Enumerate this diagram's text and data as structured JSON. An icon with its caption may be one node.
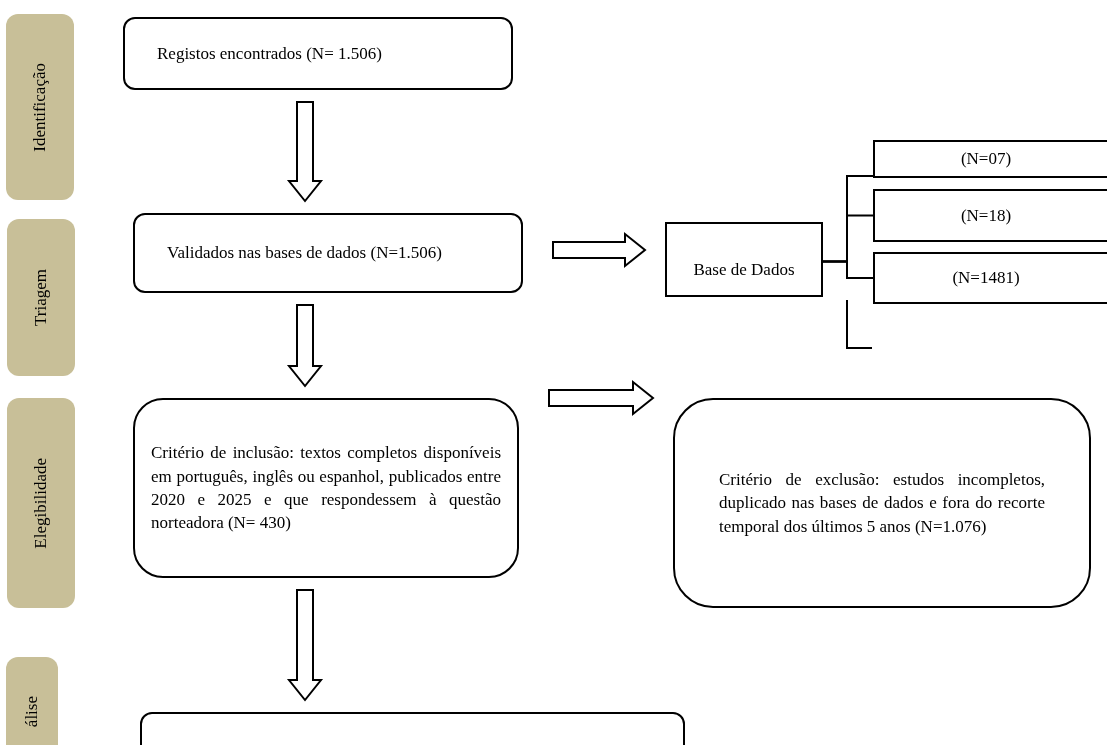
{
  "diagram": {
    "nodes": [
      {
        "text": [
          "Identificação"
        ]
      },
      {
        "text": [
          "Triagem"
        ]
      },
      {
        "text": [
          "Elegibilidade"
        ]
      },
      {
        "text": [
          "álise"
        ]
      },
      {
        "text": [
          "Registos encontrados (N= 1.506)"
        ]
      },
      {
        "text": [
          "Validados nas bases de dados (N=1.506)"
        ]
      },
      {
        "text": [
          "Base de Dados"
        ]
      },
      {
        "text": [
          "(N=07)"
        ]
      },
      {
        "text": [
          "(N=18)"
        ]
      },
      {
        "text": [
          "(N=1481)"
        ]
      },
      {
        "text": [
          "Critério de inclusão: textos completos disponíveis em português, inglês ou espanhol, publicados entre 2020 e 2025 e que respondessem à questão norteadora (N= 430)"
        ]
      },
      {
        "text": [
          "Critério de exclusão: estudos incompletos, duplicado nas bases de dados e fora do recorte temporal dos últimos 5 anos (N=1.076)"
        ]
      },
      {
        "text": [],
        "shape": "box"
      }
    ],
    "edges": [
      {
        "from": 4,
        "to": 5,
        "arrow": "to"
      },
      {
        "from": 5,
        "to": 6,
        "arrow": "to"
      },
      {
        "from": 6,
        "to": 7,
        "arrow": "none"
      },
      {
        "from": 6,
        "to": 8,
        "arrow": "none"
      },
      {
        "from": 6,
        "to": 9,
        "arrow": "none"
      },
      {
        "from": 5,
        "to": 10,
        "arrow": "to"
      },
      {
        "from": 10,
        "to": 11,
        "arrow": "to"
      },
      {
        "from": 10,
        "to": 12,
        "arrow": "to"
      }
    ]
  }
}
